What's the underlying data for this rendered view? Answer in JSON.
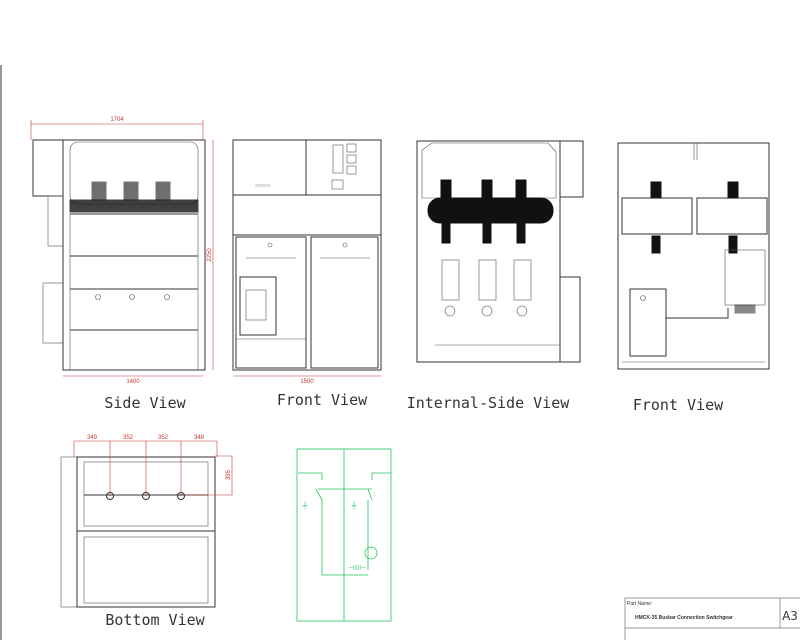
{
  "views": {
    "side_view": {
      "label": "Side View",
      "dims": {
        "overall_width": "1704",
        "height": "2250",
        "base_width": "1400"
      }
    },
    "front_view": {
      "label": "Front View",
      "dims": {
        "width": "1500"
      }
    },
    "internal_side_view": {
      "label": "Internal-Side View"
    },
    "front_view_2": {
      "label": "Front View"
    },
    "bottom_view": {
      "label": "Bottom View",
      "dims": {
        "d1": "349",
        "d2": "352",
        "d3": "352",
        "d4": "348",
        "depth": "395"
      }
    }
  },
  "title_block": {
    "part_name_label": "Part Name:",
    "part_name": "HMCK-35 Busbar Connection Switchgear",
    "sheet_size": "A3"
  },
  "colors": {
    "dimension": "#c0392b",
    "schematic": "#22c55e",
    "line": "#333333"
  }
}
